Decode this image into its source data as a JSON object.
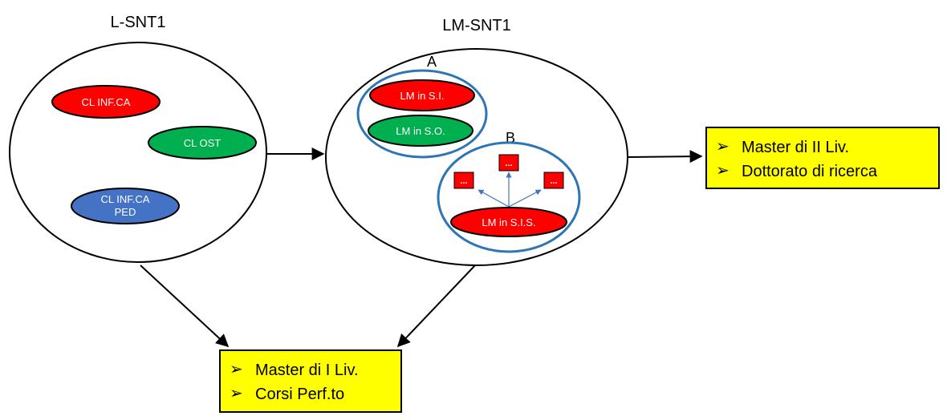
{
  "colors": {
    "red": "#FF0000",
    "green": "#00B050",
    "blue": "#4472C4",
    "inner_ring": "#2E75B6",
    "yellow": "#FFFF00",
    "stroke": "#000000",
    "arrow_small": "#4472C4"
  },
  "groups": {
    "l_snt1": {
      "title": "L-SNT1",
      "nodes": [
        {
          "label": "CL INF.CA",
          "color": "red"
        },
        {
          "label": "CL OST",
          "color": "green"
        },
        {
          "label": [
            "CL INF.CA",
            "PED"
          ],
          "color": "blue"
        }
      ]
    },
    "lm_snt1": {
      "title": "LM-SNT1",
      "subgroup_a": {
        "label": "A",
        "nodes": [
          {
            "label": "LM in S.I.",
            "color": "red"
          },
          {
            "label": "LM in S.O.",
            "color": "green"
          }
        ]
      },
      "subgroup_b": {
        "label": "B",
        "source": "LM in S.I.S.",
        "targets": [
          "...",
          "...",
          "..."
        ]
      }
    }
  },
  "boxes": {
    "level_two": [
      "Master di II Liv.",
      "Dottorato di ricerca"
    ],
    "level_one": [
      "Master di I Liv.",
      "Corsi Perf.to"
    ]
  },
  "bullet": "➢"
}
